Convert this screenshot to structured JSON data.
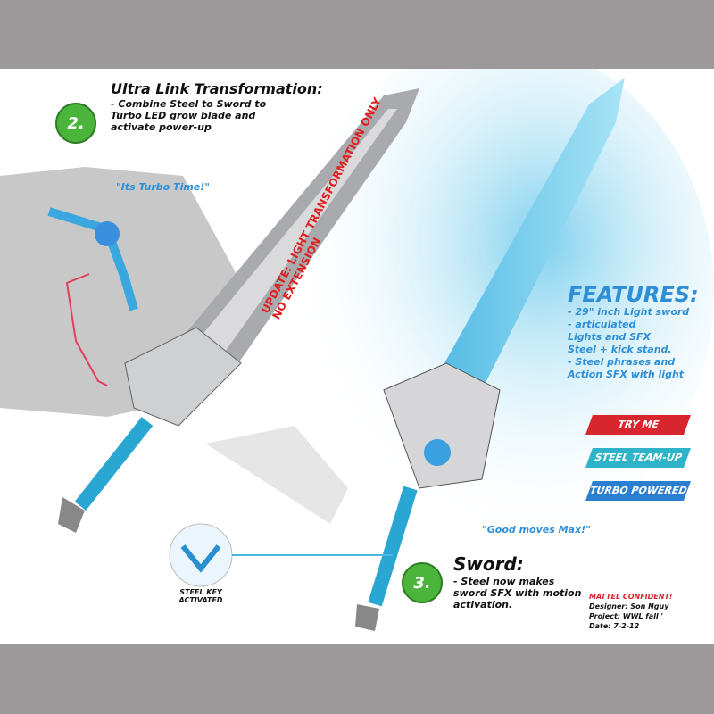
{
  "step2": {
    "number": "2.",
    "title": "Ultra Link Transformation:",
    "desc": "- Combine Steel to Sword to Turbo LED grow blade and activate power-up",
    "quote": "\"Its Turbo Time!\""
  },
  "update_note": {
    "line1": "UPDATE: LIGHT TRANSFORMATION ONLY",
    "line2": "NO EXTENSION"
  },
  "features": {
    "title": "FEATURES:",
    "items": [
      "- 29\" inch Light sword",
      "- articulated",
      "Lights and SFX",
      "Steel + kick stand.",
      "- Steel phrases and",
      "Action SFX with light"
    ]
  },
  "buttons": [
    {
      "label": "TRY ME",
      "color": "#d8262f"
    },
    {
      "label": "STEEL TEAM-UP",
      "color": "#2fb3c9"
    },
    {
      "label": "TURBO POWERED",
      "color": "#2a7fd0"
    }
  ],
  "quote2": "\"Good moves Max!\"",
  "steel_key": "STEEL KEY ACTIVATED",
  "step3": {
    "number": "3.",
    "title": "Sword:",
    "desc": "- Steel now makes sword SFX with motion activation."
  },
  "credits": {
    "confidential": "MATTEL CONFIDENT!",
    "designer": "Designer: Son Nguy",
    "project": "Project: WWL fall '",
    "date": "Date: 7-2-12"
  }
}
